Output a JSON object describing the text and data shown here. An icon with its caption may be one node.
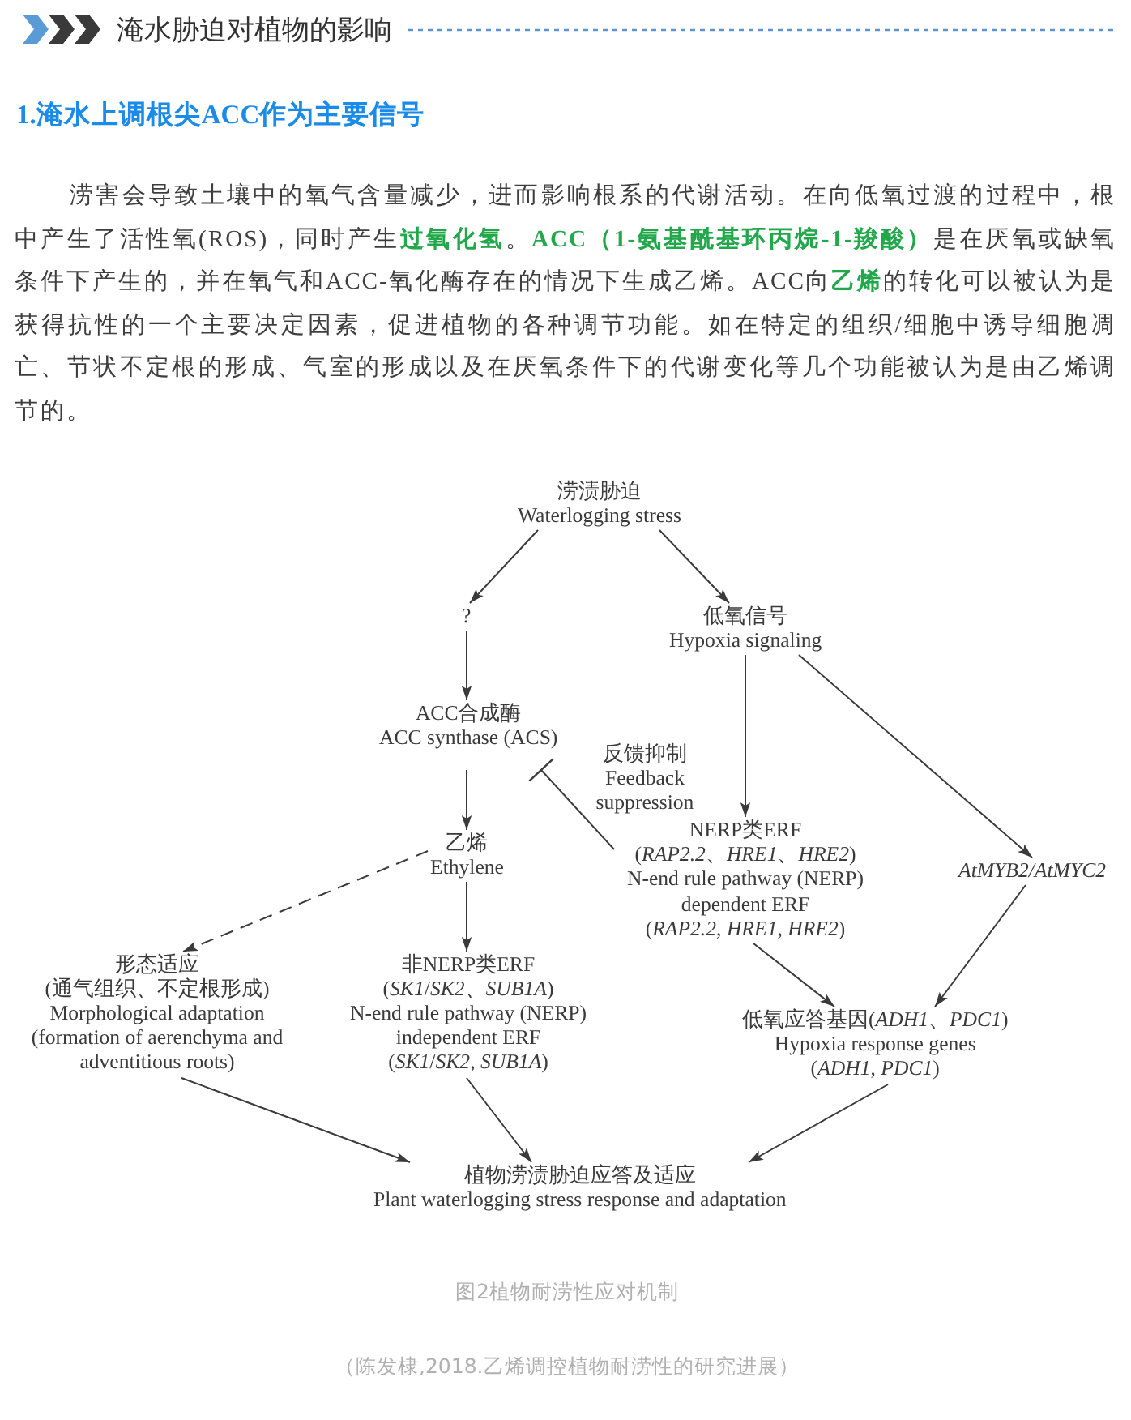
{
  "diagram": {
    "title": "淹水胁迫对植物的影响",
    "nodes": [
      {
        "text": [
          "涝渍胁迫",
          "Waterlogging stress"
        ]
      },
      {
        "text": [
          "?"
        ]
      },
      {
        "text": [
          "低氧信号",
          "Hypoxia signaling"
        ]
      },
      {
        "text": [
          "ACC合成酶",
          "ACC synthase (ACS)"
        ]
      },
      {
        "text": [
          "NERP类ERF",
          "(*RAP2.2*、*HRE1*、*HRE2*)",
          "N-end rule pathway (NERP) dependent ERF",
          "(*RAP2.2*, *HRE1*, *HRE2*)"
        ]
      },
      {
        "text": [
          "乙烯",
          "Ethylene"
        ]
      },
      {
        "text": [
          "AtMYB2/AtMYC2"
        ]
      },
      {
        "text": [
          "形态适应",
          "(通气组织、不定根形成)",
          "Morphological adaptation",
          "(formation of aerenchyma and adventitious roots)"
        ]
      },
      {
        "text": [
          "非NERP类ERF",
          "(*SK1*/*SK2*、*SUB1A*)",
          "N-end rule pathway (NERP) independent ERF",
          "(*SK1*/*SK2*, *SUB1A*)"
        ]
      },
      {
        "text": [
          "低氧应答基因(*ADH1*、*PDC1*)",
          "Hypoxia response genes",
          "(*ADH1*, *PDC1*)"
        ]
      },
      {
        "text": [
          "植物涝渍胁迫应答及适应",
          "Plant waterlogging stress response and adaptation"
        ]
      }
    ],
    "edges": [
      {
        "from": 0,
        "to": 1,
        "arrow": "to"
      },
      {
        "from": 0,
        "to": 2,
        "arrow": "to"
      },
      {
        "from": 1,
        "to": 3,
        "arrow": "to"
      },
      {
        "from": 2,
        "to": 4,
        "arrow": "to"
      },
      {
        "from": 2,
        "to": 6,
        "arrow": "to"
      },
      {
        "from": 3,
        "to": 5,
        "arrow": "to"
      },
      {
        "from": 4,
        "to": 3,
        "arrow": "other",
        "label": "反馈抑制 Feedback suppression"
      },
      {
        "from": 5,
        "to": 7,
        "arrow": "to",
        "style": "dashed"
      },
      {
        "from": 5,
        "to": 8,
        "arrow": "to"
      },
      {
        "from": 4,
        "to": 9,
        "arrow": "to"
      },
      {
        "from": 6,
        "to": 9,
        "arrow": "to"
      },
      {
        "from": 7,
        "to": 10,
        "arrow": "to"
      },
      {
        "from": 8,
        "to": 10,
        "arrow": "to"
      },
      {
        "from": 9,
        "to": 10,
        "arrow": "to"
      }
    ],
    "labels": [
      "1.淹水上调根尖ACC作为主要信号",
      "涝害会导致土壤中的氧气含量减少，进而影响根系的代谢活动。在向低氧过渡的过程中，根中产生了活性氧(ROS)，同时产生**过氧化氢**。**ACC（1-氨基酰基环丙烷-1-羧酸）**是在厌氧或缺氧条件下产生的，并在氧气和ACC-氧化酶存在的情况下生成乙烯。ACC向**乙烯**的转化可以被认为是获得抗性的一个主要决定因素，促进植物的各种调节功能。如在特定的组织/细胞中诱导细胞凋亡、节状不定根的形成、气室的形成以及在厌氧条件下的代谢变化等几个功能被认为是由乙烯调节的。",
      "（陈发棣,2018.乙烯调控植物耐涝性的研究进展）"
    ],
    "caption": "图2植物耐涝性应对机制"
  }
}
